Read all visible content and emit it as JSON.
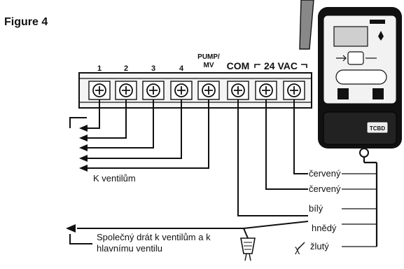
{
  "figure_title": "Figure 4",
  "terminals": {
    "numbers": [
      "1",
      "2",
      "3",
      "4"
    ],
    "pump_label_line1": "PUMP/",
    "pump_label_line2": "MV",
    "com_label": "COM",
    "vac_label": "24 VAC"
  },
  "labels": {
    "to_valves": "K ventilům",
    "wire_red_1": "červený",
    "wire_red_2": "červený",
    "wire_white": "bílý",
    "wire_brown": "hnědý",
    "wire_yellow": "žlutý",
    "common_line1": "Společný drát k ventilům a k",
    "common_line2": "hlavnímu ventilu"
  },
  "controller": {
    "button_label": "TCBD"
  },
  "colors": {
    "line": "#111111",
    "housing": "#111111",
    "screen": "#cfcfcf",
    "terminal_fill": "#ffffff"
  }
}
